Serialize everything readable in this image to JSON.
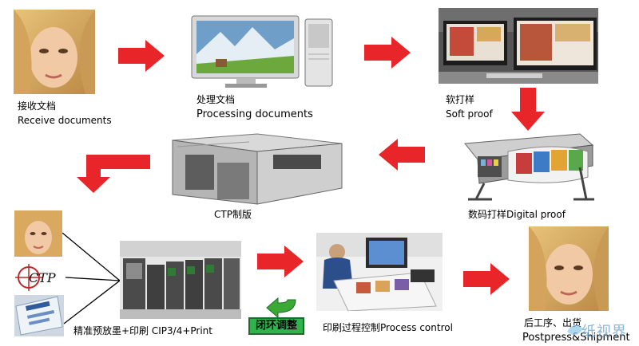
{
  "steps": {
    "receive": {
      "zh": "接收文档",
      "en": "Receive documents"
    },
    "processing": {
      "zh": "处理文档",
      "en": "Processing documents"
    },
    "soft_proof": {
      "zh": "软打样",
      "en": "Soft proof"
    },
    "digital_proof": {
      "text": "数码打样Digital proof"
    },
    "ctp": {
      "text": "CTP制版"
    },
    "print": {
      "text": "精准预放墨+印刷 CIP3/4+Print"
    },
    "process_control": {
      "text": "印刷过程控制Process control"
    },
    "postpress": {
      "zh": "后工序、出货",
      "en": "Postpress&Shipment"
    }
  },
  "closed_loop": {
    "label": "闭环调整"
  },
  "ctp_logo_text": "CTP",
  "watermark": "纸视界",
  "colors": {
    "arrow_red": "#e8262a",
    "loop_green": "#3aa935",
    "loop_box_bg": "#2fb34a",
    "loop_box_border": "#1e6b2c"
  }
}
